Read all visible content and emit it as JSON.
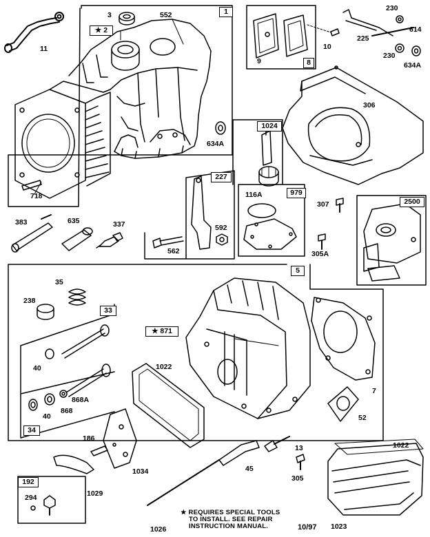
{
  "callouts": {
    "c11": "11",
    "c3": "3",
    "c2": "2",
    "c552": "552",
    "c1": "1",
    "c9": "9",
    "c8": "8",
    "c10": "10",
    "c230a": "230",
    "c225": "225",
    "c614": "614",
    "c230b": "230",
    "c634A_top": "634A",
    "c306": "306",
    "c634A_mid": "634A",
    "c718": "718",
    "c1024": "1024",
    "c227": "227",
    "c116A": "116A",
    "c979": "979",
    "c307": "307",
    "c2500": "2500",
    "c383": "383",
    "c635": "635",
    "c337": "337",
    "c592": "592",
    "c562": "562",
    "c305A": "305A",
    "c5": "5",
    "c35": "35",
    "c238": "238",
    "c33": "33",
    "c871": "871",
    "c40a": "40",
    "c1022a": "1022",
    "c868A": "868A",
    "c40b": "40",
    "c868": "868",
    "c7": "7",
    "c34": "34",
    "c52": "52",
    "c186": "186",
    "c13": "13",
    "c1022b": "1022",
    "c1034": "1034",
    "c45": "45",
    "c305": "305",
    "c192": "192",
    "c294": "294",
    "c1029": "1029",
    "c1026": "1026",
    "c1023": "1023"
  },
  "star_symbol": "★",
  "note_lines": [
    "★ REQUIRES SPECIAL TOOLS",
    "TO INSTALL. SEE REPAIR",
    "INSTRUCTION MANUAL."
  ],
  "date_code": "10/97"
}
